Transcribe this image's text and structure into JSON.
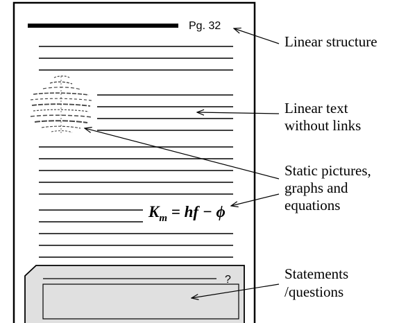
{
  "page": {
    "page_number_label": "Pg. 32",
    "equation": {
      "lhs": "K",
      "subscript": "m",
      "rhs": " = hf − ϕ"
    },
    "question_mark": "?"
  },
  "annotations": {
    "linear_structure": [
      "Linear structure"
    ],
    "linear_text": [
      "Linear text",
      "without links"
    ],
    "static_pictures": [
      "Static pictures,",
      "graphs and",
      "equations"
    ],
    "statements": [
      "Statements",
      "/questions"
    ]
  },
  "colors": {
    "ink": "#000000",
    "panel_fill": "#e0e0e0",
    "page_background": "#ffffff"
  },
  "icons": {
    "picture": "blurred-picture-icon"
  }
}
